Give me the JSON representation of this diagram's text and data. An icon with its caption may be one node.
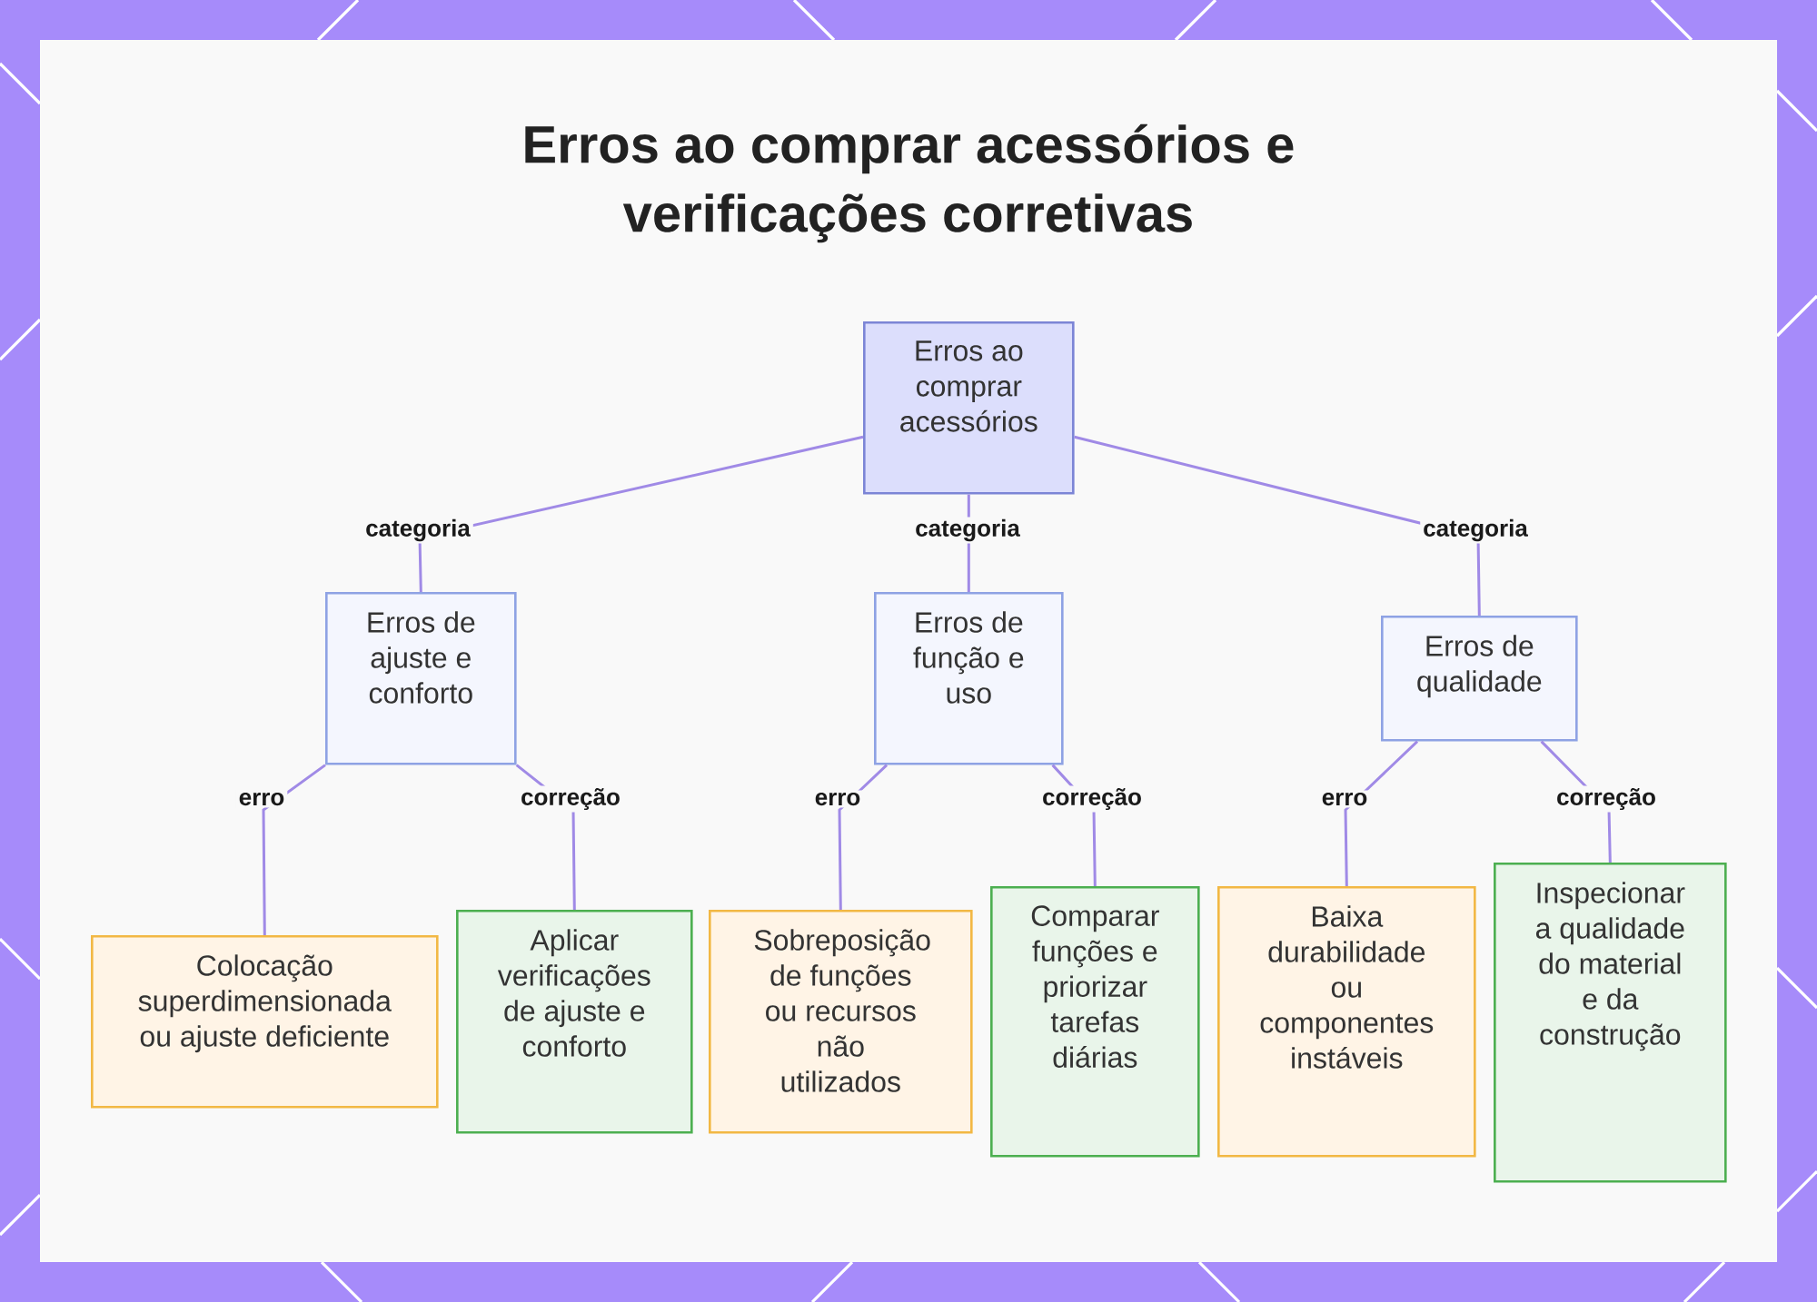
{
  "diagram": {
    "title": "Erros ao comprar acessórios e verificações corretivas",
    "nodes": [
      {
        "text": [
          "Erros ao comprar acessórios"
        ]
      },
      {
        "text": [
          "Erros de ajuste e conforto"
        ]
      },
      {
        "text": [
          "Erros de função e uso"
        ]
      },
      {
        "text": [
          "Erros de qualidade"
        ]
      },
      {
        "text": [
          "Colocação superdimensionada ou ajuste deficiente"
        ]
      },
      {
        "text": [
          "Aplicar verificações de ajuste e conforto"
        ]
      },
      {
        "text": [
          "Sobreposição de funções ou recursos não utilizados"
        ]
      },
      {
        "text": [
          "Comparar funções e priorizar tarefas diárias"
        ]
      },
      {
        "text": [
          "Baixa durabilidade ou componentes instáveis"
        ]
      },
      {
        "text": [
          "Inspecionar a qualidade do material e da construção"
        ]
      }
    ],
    "edges": [
      {
        "from": 0,
        "to": 1,
        "arrow": "none",
        "label": "categoria"
      },
      {
        "from": 0,
        "to": 2,
        "arrow": "none",
        "label": "categoria"
      },
      {
        "from": 0,
        "to": 3,
        "arrow": "none",
        "label": "categoria"
      },
      {
        "from": 1,
        "to": 4,
        "arrow": "none",
        "label": "erro"
      },
      {
        "from": 1,
        "to": 5,
        "arrow": "none",
        "label": "correção"
      },
      {
        "from": 2,
        "to": 6,
        "arrow": "none",
        "label": "erro"
      },
      {
        "from": 2,
        "to": 7,
        "arrow": "none",
        "label": "correção"
      },
      {
        "from": 3,
        "to": 8,
        "arrow": "none",
        "label": "erro"
      },
      {
        "from": 3,
        "to": 9,
        "arrow": "none",
        "label": "correção"
      }
    ]
  }
}
